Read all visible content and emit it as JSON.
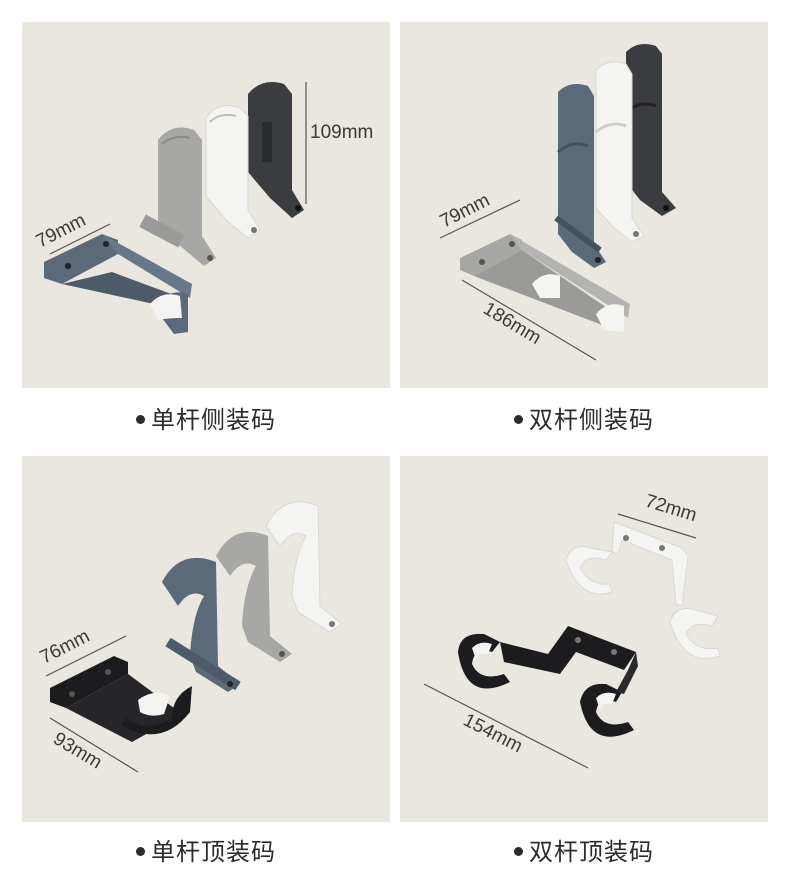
{
  "panels": [
    {
      "caption": "单杆侧装码",
      "dims": {
        "width": "79mm",
        "height": "109mm"
      }
    },
    {
      "caption": "双杆侧装码",
      "dims": {
        "width": "79mm",
        "length": "186mm"
      }
    },
    {
      "caption": "单杆顶装码",
      "dims": {
        "width": "76mm",
        "depth": "93mm"
      }
    },
    {
      "caption": "双杆顶装码",
      "dims": {
        "width": "72mm",
        "length": "154mm"
      }
    }
  ],
  "colors": {
    "panel_bg": "#e9e7e0",
    "bracket_gray": "#a7a7a5",
    "bracket_white": "#f4f4f2",
    "bracket_dark": "#3a3c40",
    "bracket_blue": "#5a6a78",
    "bracket_black": "#1c1c1e"
  }
}
